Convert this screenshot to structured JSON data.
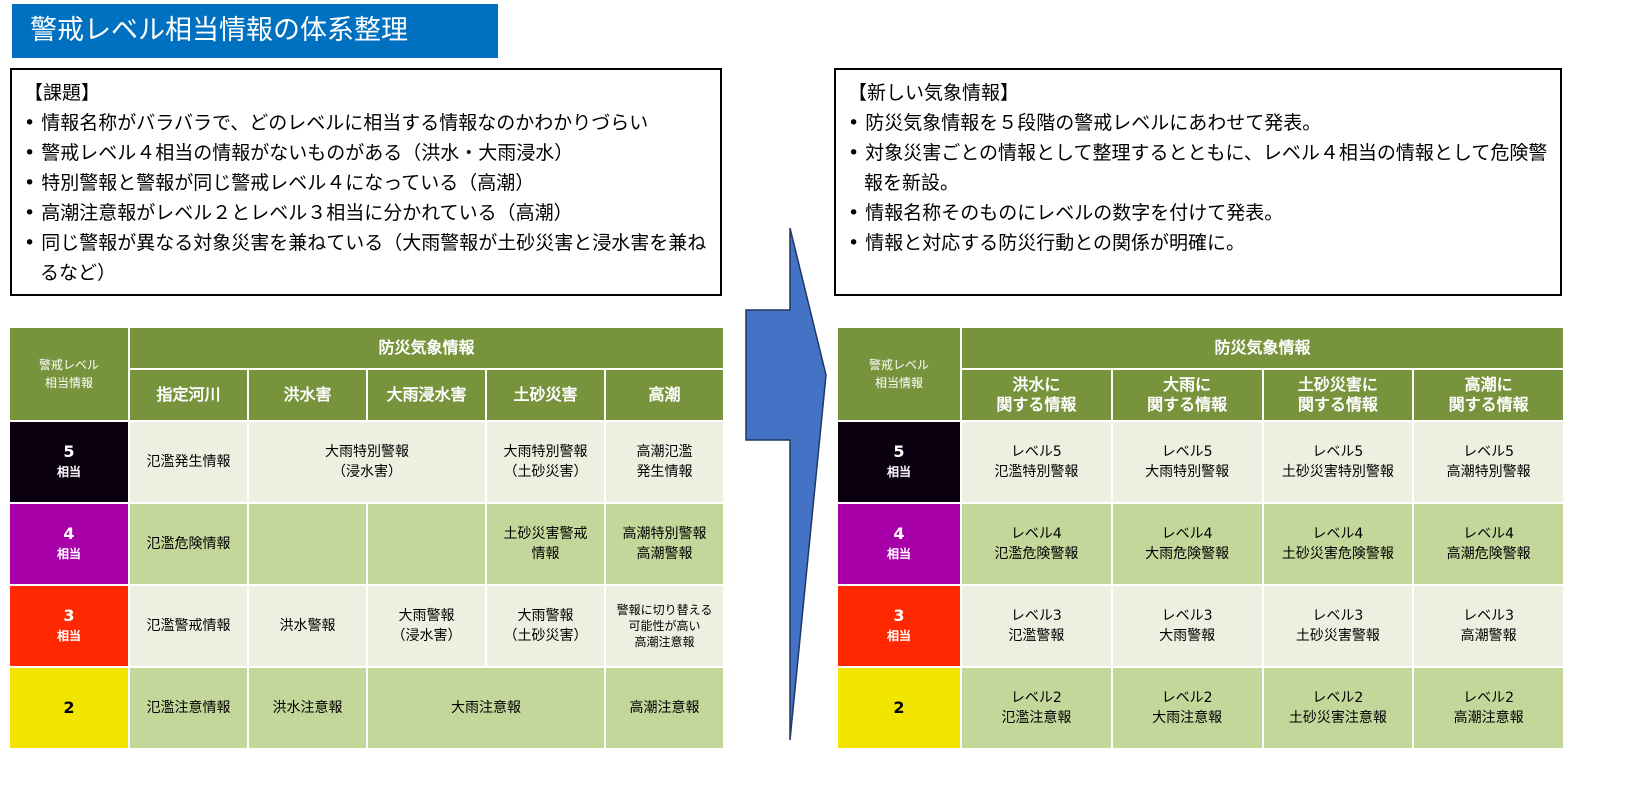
{
  "title": "警戒レベル相当情報の体系整理",
  "issues": {
    "heading": "【課題】",
    "items": [
      "情報名称がバラバラで、どのレベルに相当する情報なのかわかりづらい",
      "警戒レベル４相当の情報がないものがある（洪水・大雨浸水）",
      "特別警報と警報が同じ警戒レベル４になっている（高潮）",
      "高潮注意報がレベル２とレベル３相当に分かれている（高潮）",
      "同じ警報が異なる対象災害を兼ねている（大雨警報が土砂災害と浸水害を兼ねるなど）"
    ]
  },
  "new_info": {
    "heading": "【新しい気象情報】",
    "items": [
      "防災気象情報を５段階の警戒レベルにあわせて発表。",
      "対象災害ごとの情報として整理するとともに、レベル４相当の情報として危険警報を新設。",
      "情報名称そのものにレベルの数字を付けて発表。",
      "情報と対応する防災行動との関係が明確に。"
    ]
  },
  "colors": {
    "title_bg": "#0070C0",
    "header": "#77933C",
    "light": "#EBF0E0",
    "dark": "#C4D79B",
    "level5": "#0a0010",
    "level4": "#A800A8",
    "level3": "#FF2800",
    "level2": "#F2E600",
    "arrow": "#4472C4"
  },
  "level_header": [
    "警戒レベル",
    "相当情報"
  ],
  "group_header": "防災気象情報",
  "levels": [
    {
      "n": "5",
      "s": "相当"
    },
    {
      "n": "4",
      "s": "相当"
    },
    {
      "n": "3",
      "s": "相当"
    },
    {
      "n": "2",
      "s": ""
    }
  ],
  "left_table": {
    "columns": [
      "指定河川",
      "洪水害",
      "大雨浸水害",
      "土砂災害",
      "高潮"
    ],
    "rows": [
      [
        "氾濫発生情報",
        "大雨特別警報\n（浸水害）",
        "大雨特別警報\n（土砂災害）",
        "高潮氾濫\n発生情報"
      ],
      [
        "氾濫危険情報",
        "",
        "",
        "土砂災害警戒\n情報",
        "高潮特別警報\n高潮警報"
      ],
      [
        "氾濫警戒情報",
        "洪水警報",
        "大雨警報\n（浸水害）",
        "大雨警報\n（土砂災害）",
        "警報に切り替える\n可能性が高い\n高潮注意報"
      ],
      [
        "氾濫注意情報",
        "洪水注意報",
        "大雨注意報",
        "高潮注意報"
      ]
    ]
  },
  "right_table": {
    "columns": [
      [
        "洪水に",
        "関する情報"
      ],
      [
        "大雨に",
        "関する情報"
      ],
      [
        "土砂災害に",
        "関する情報"
      ],
      [
        "高潮に",
        "関する情報"
      ]
    ],
    "rows": [
      [
        [
          "レベル5",
          "氾濫特別警報"
        ],
        [
          "レベル5",
          "大雨特別警報"
        ],
        [
          "レベル5",
          "土砂災害特別警報"
        ],
        [
          "レベル5",
          "高潮特別警報"
        ]
      ],
      [
        [
          "レベル4",
          "氾濫危険警報"
        ],
        [
          "レベル4",
          "大雨危険警報"
        ],
        [
          "レベル4",
          "土砂災害危険警報"
        ],
        [
          "レベル4",
          "高潮危険警報"
        ]
      ],
      [
        [
          "レベル3",
          "氾濫警報"
        ],
        [
          "レベル3",
          "大雨警報"
        ],
        [
          "レベル3",
          "土砂災害警報"
        ],
        [
          "レベル3",
          "高潮警報"
        ]
      ],
      [
        [
          "レベル2",
          "氾濫注意報"
        ],
        [
          "レベル2",
          "大雨注意報"
        ],
        [
          "レベル2",
          "土砂災害注意報"
        ],
        [
          "レベル2",
          "高潮注意報"
        ]
      ]
    ]
  }
}
